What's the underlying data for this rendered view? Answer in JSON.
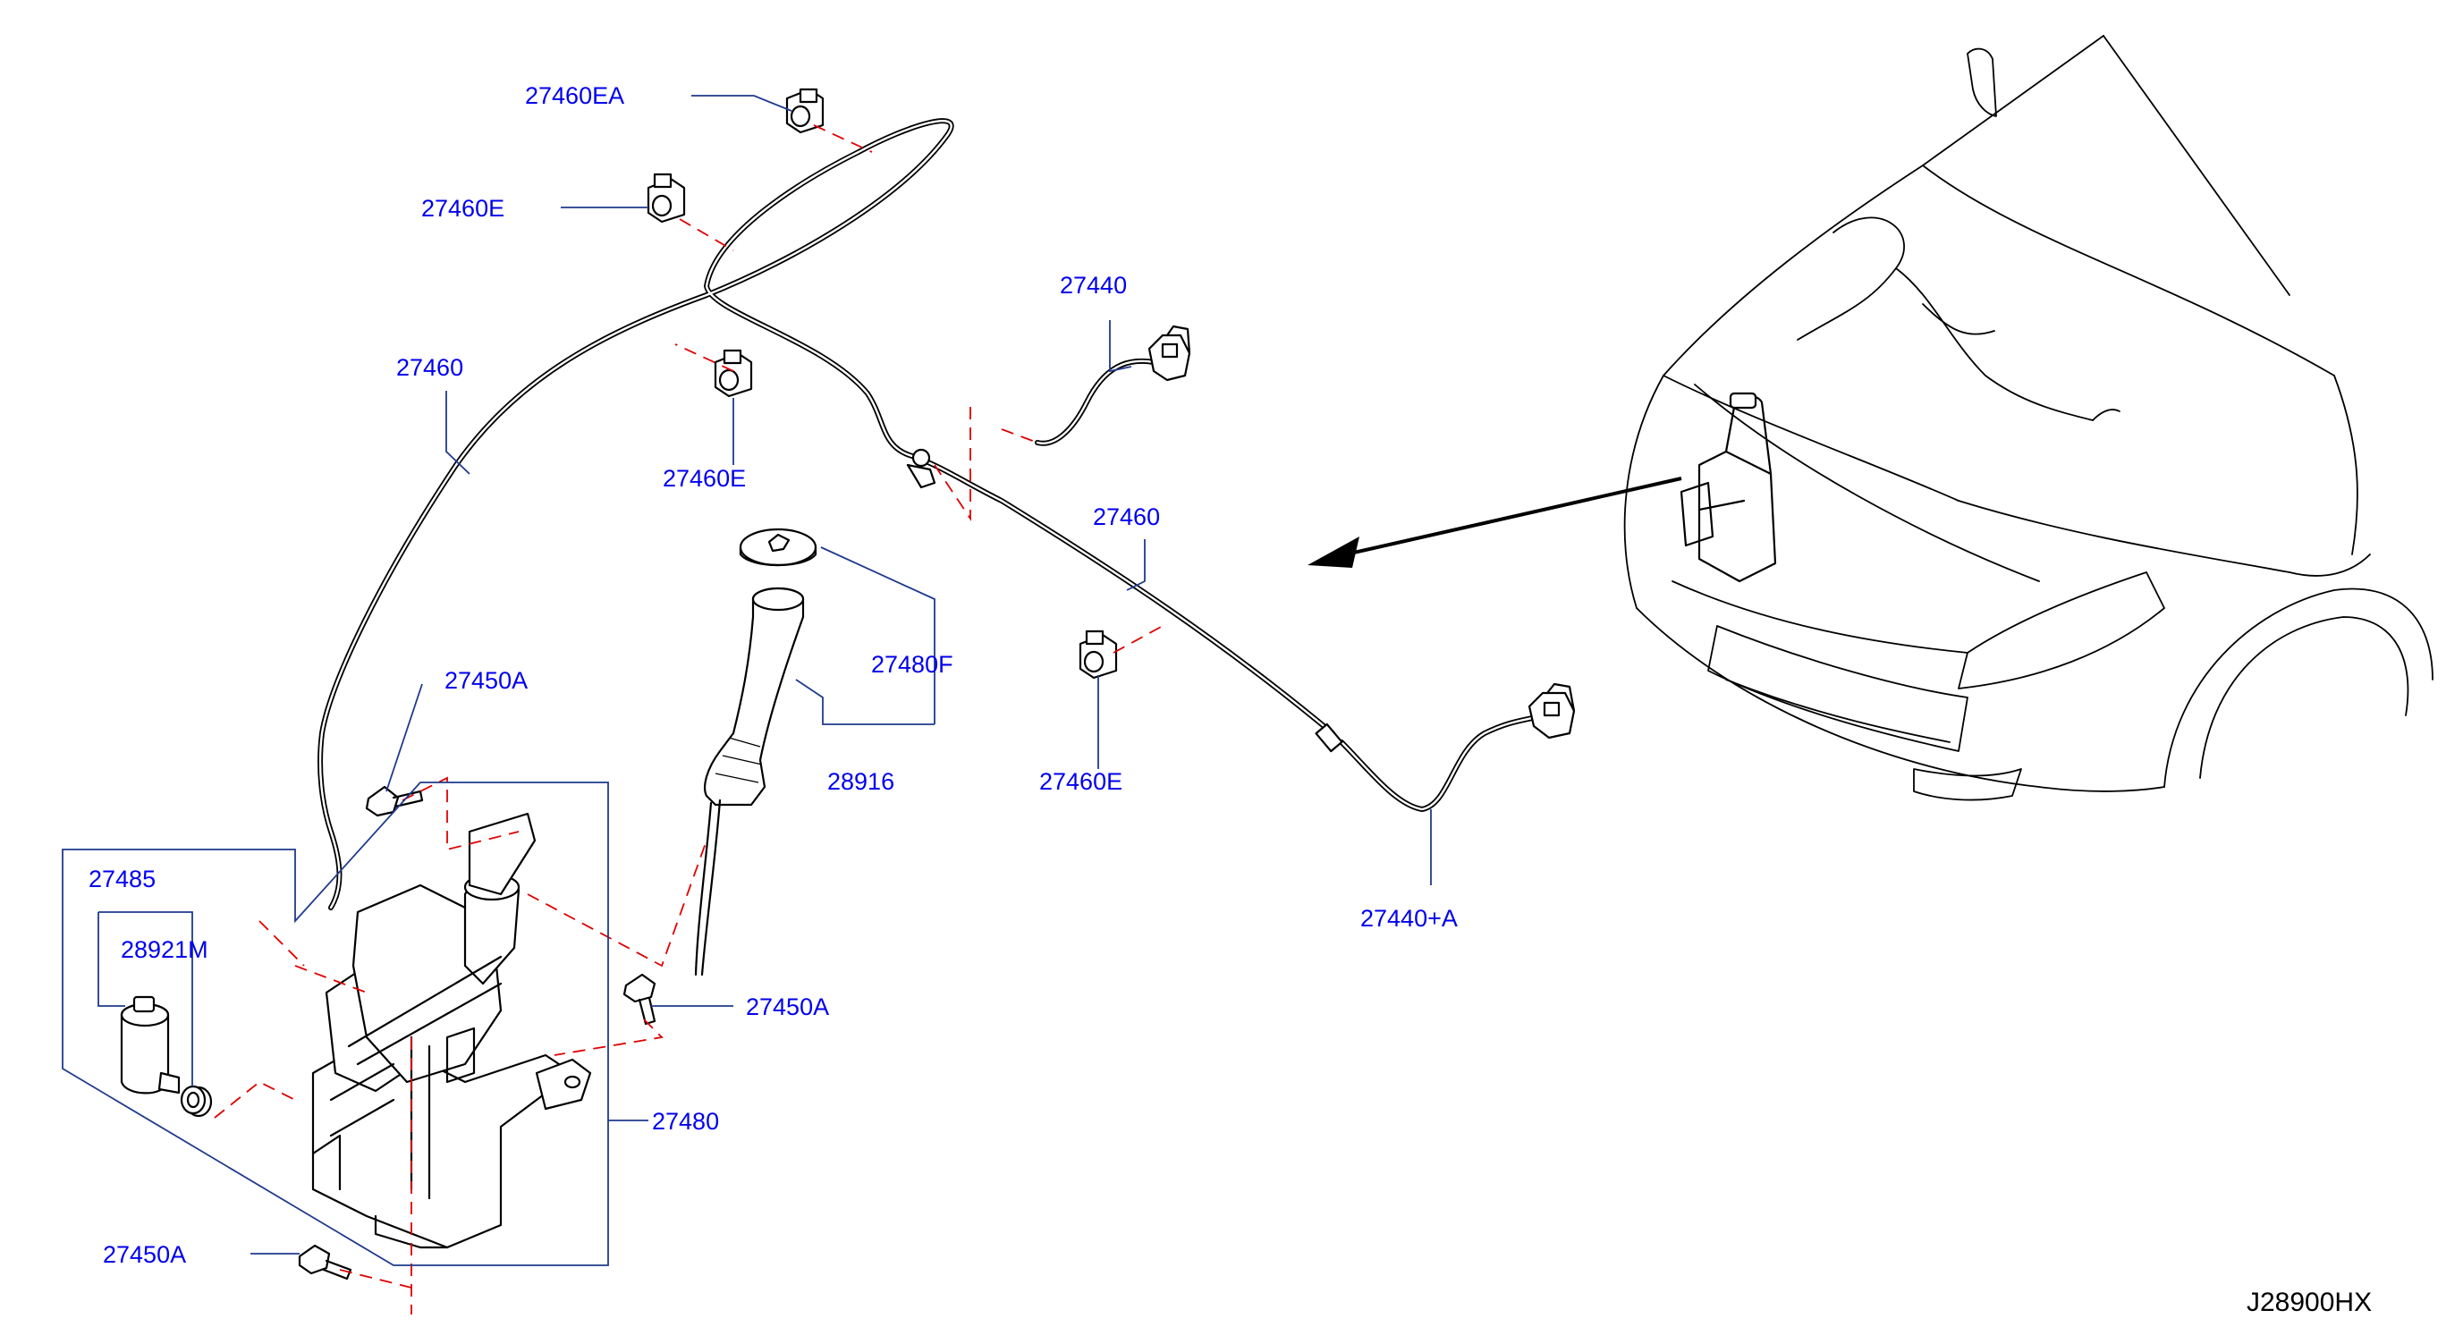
{
  "diagram": {
    "code": "J28900HX",
    "callouts": [
      {
        "id": "c1",
        "text": "27460EA"
      },
      {
        "id": "c2",
        "text": "27460E"
      },
      {
        "id": "c3",
        "text": "27460"
      },
      {
        "id": "c4",
        "text": "27460E"
      },
      {
        "id": "c5",
        "text": "27440"
      },
      {
        "id": "c6",
        "text": "27460"
      },
      {
        "id": "c7",
        "text": "27480F"
      },
      {
        "id": "c8",
        "text": "28916"
      },
      {
        "id": "c9",
        "text": "27460E"
      },
      {
        "id": "c10",
        "text": "27450A"
      },
      {
        "id": "c11",
        "text": "27485"
      },
      {
        "id": "c12",
        "text": "28921M"
      },
      {
        "id": "c13",
        "text": "27440+A"
      },
      {
        "id": "c14",
        "text": "27450A"
      },
      {
        "id": "c15",
        "text": "27480"
      },
      {
        "id": "c16",
        "text": "27450A"
      }
    ]
  }
}
